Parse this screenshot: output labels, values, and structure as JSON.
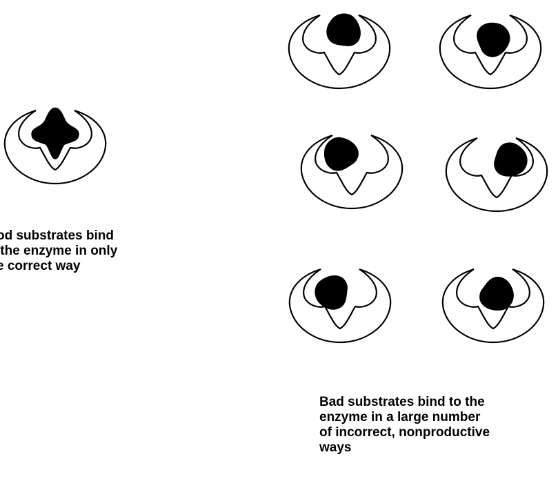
{
  "colors": {
    "outline": "#000000",
    "substrate": "#000000",
    "enzyme_fill": "#ffffff",
    "background": "#ffffff"
  },
  "good": {
    "caption": "od substrates bind\n the enzyme in only\ne correct way",
    "icon": "enzyme-with-well-fitting-substrate"
  },
  "bad": {
    "caption": "Bad substrates bind to the\nenzyme in a large number\nof incorrect, nonproductive\nways",
    "icon": "enzyme-with-poorly-fitting-substrate",
    "count": 6
  }
}
